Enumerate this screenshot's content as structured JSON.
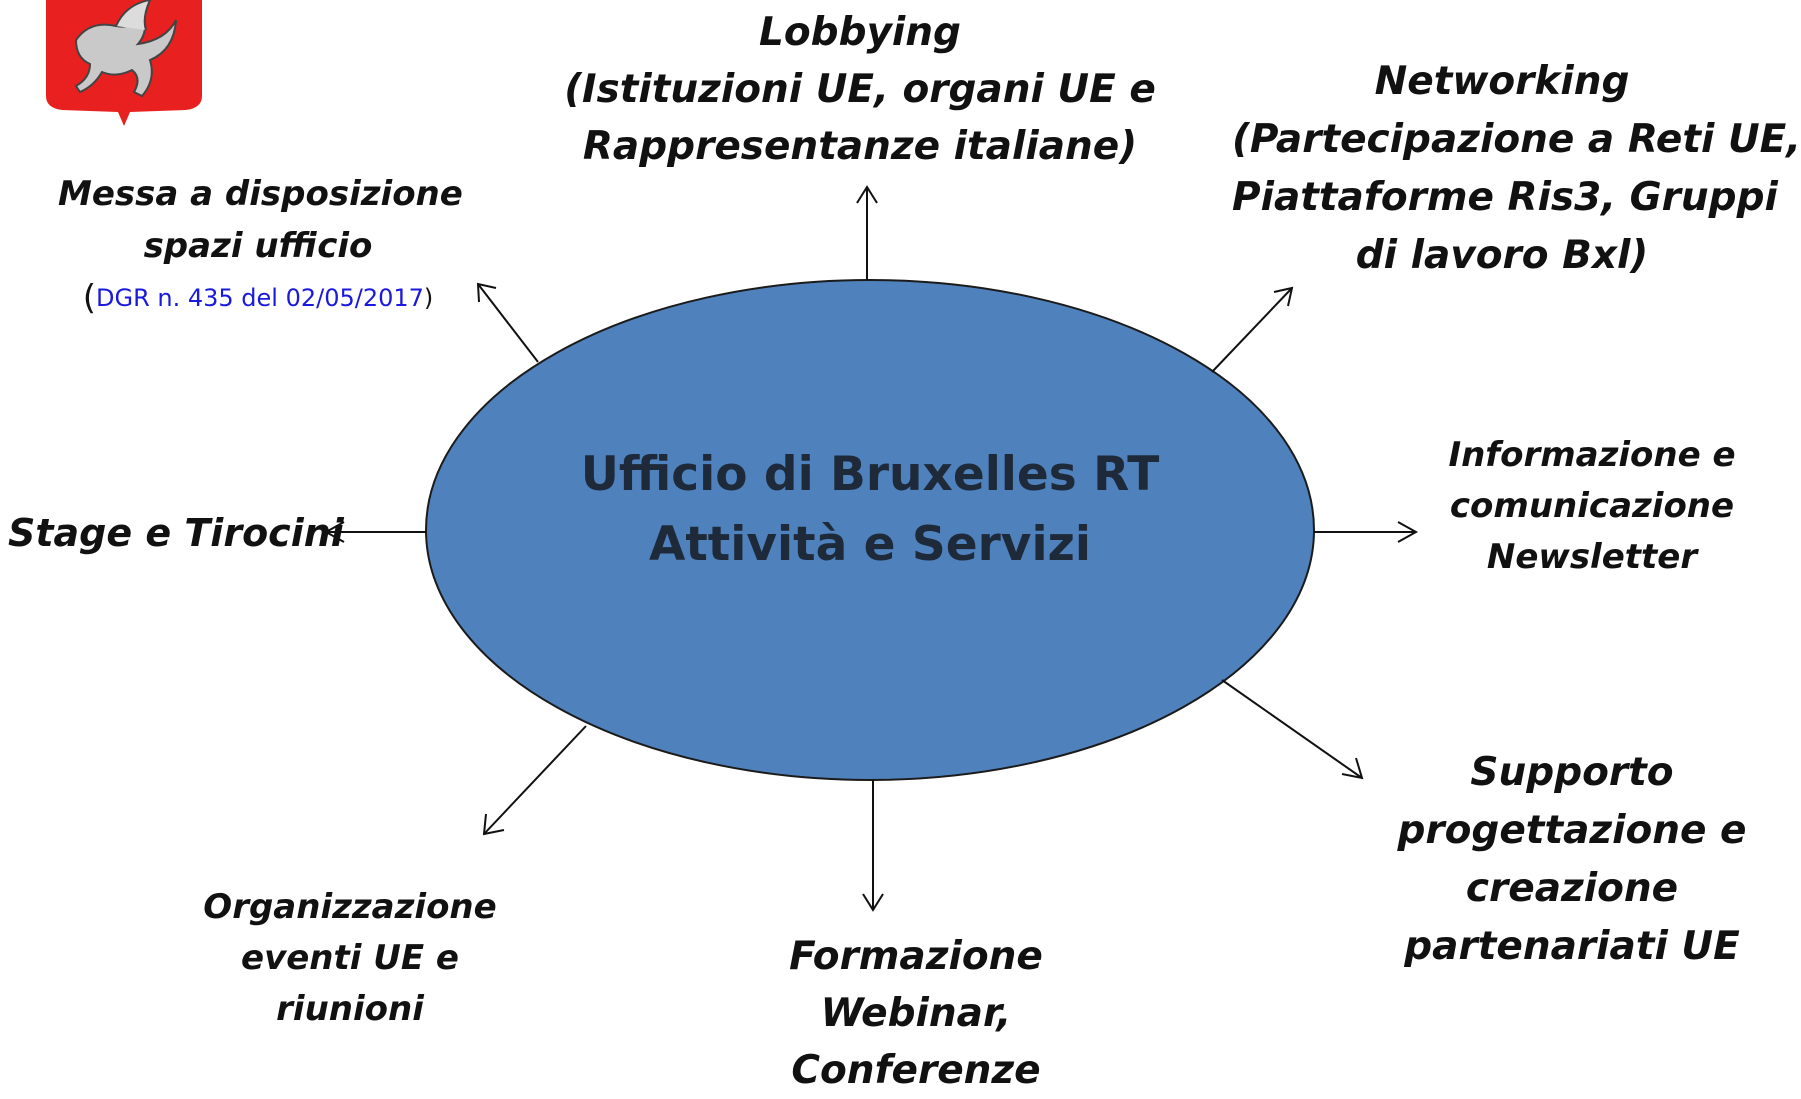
{
  "hub": {
    "line1": "Ufficio di Bruxelles RT",
    "line2": "Attività e Servizi",
    "fill": "#4f81bd"
  },
  "logo": {
    "name": "regione-toscana-pegasus-crest",
    "color": "#e8201f"
  },
  "nodes": {
    "lobbying": [
      "Lobbying",
      "(Istituzioni UE, organi UE e",
      "Rappresentanze italiane)"
    ],
    "networking": [
      "Networking",
      "(Partecipazione a Reti UE,",
      "Piattaforme Ris3, Gruppi",
      "di lavoro Bxl)"
    ],
    "office_space": [
      "Messa a disposizione",
      "spazi ufficio"
    ],
    "office_space_ref": {
      "open": "(",
      "text": "DGR n. 435 del 02/05/2017",
      "close": ")"
    },
    "internships": [
      "Stage e Tirocini"
    ],
    "information": [
      "Informazione e",
      "comunicazione",
      "Newsletter"
    ],
    "events": [
      "Organizzazione",
      "eventi UE e",
      "riunioni"
    ],
    "training": [
      "Formazione",
      "Webinar,",
      "Conferenze"
    ],
    "project_support": [
      "Supporto",
      "progettazione e",
      "creazione",
      "partenariati UE"
    ]
  }
}
